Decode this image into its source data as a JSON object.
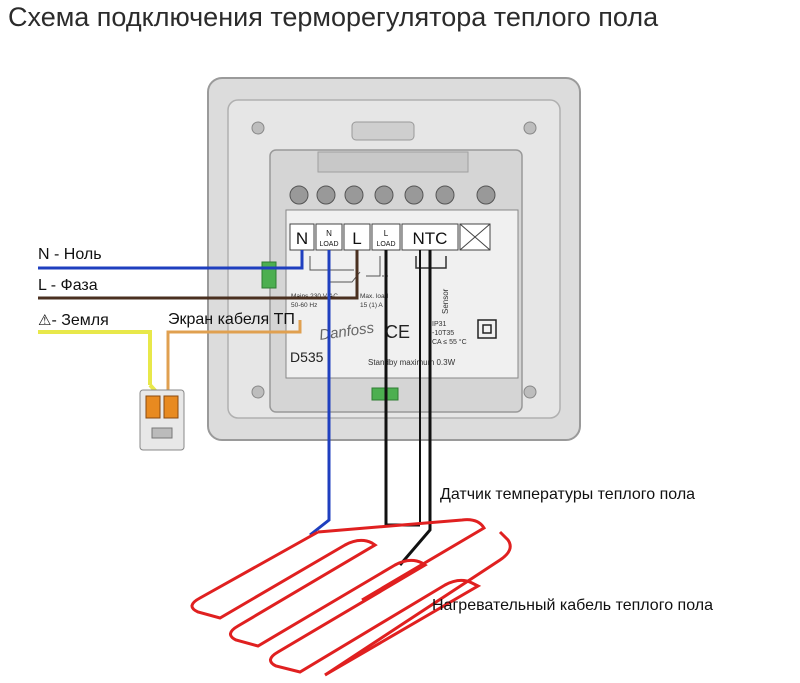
{
  "title": "Схема подключения терморегулятора теплого пола",
  "terminals": {
    "n": "N",
    "n_load_top": "N",
    "n_load_bottom": "LOAD",
    "l": "L",
    "l_load_top": "L",
    "l_load_bottom": "LOAD",
    "ntc": "NTC"
  },
  "device": {
    "model": "D535",
    "brand": "Danfoss",
    "standby": "Standby maximum 0.3W",
    "mains_1": "Mains 230 V/AC",
    "mains_2": "50-60 Hz",
    "max_load_1": "Max. load",
    "max_load_2": "15 (1) A",
    "sensor": "Sensor",
    "ce": "CE",
    "ip_1": "IP31",
    "ip_2": "-10T35",
    "ip_3": "CA ≤ 55 °C"
  },
  "labels": {
    "neutral": "N - Ноль",
    "phase": "L - Фаза",
    "earth": "- Земля",
    "shield": "Экран кабеля ТП",
    "sensor": "Датчик температуры теплого пола",
    "cable": "Нагревательный кабель теплого пола"
  },
  "colors": {
    "neutral_wire": "#1f3fbf",
    "phase_wire": "#4a3020",
    "earth_wire": "#e8e84a",
    "shield_wire": "#e0a050",
    "heating_cable": "#e02020",
    "sensor_wire": "#111111"
  }
}
